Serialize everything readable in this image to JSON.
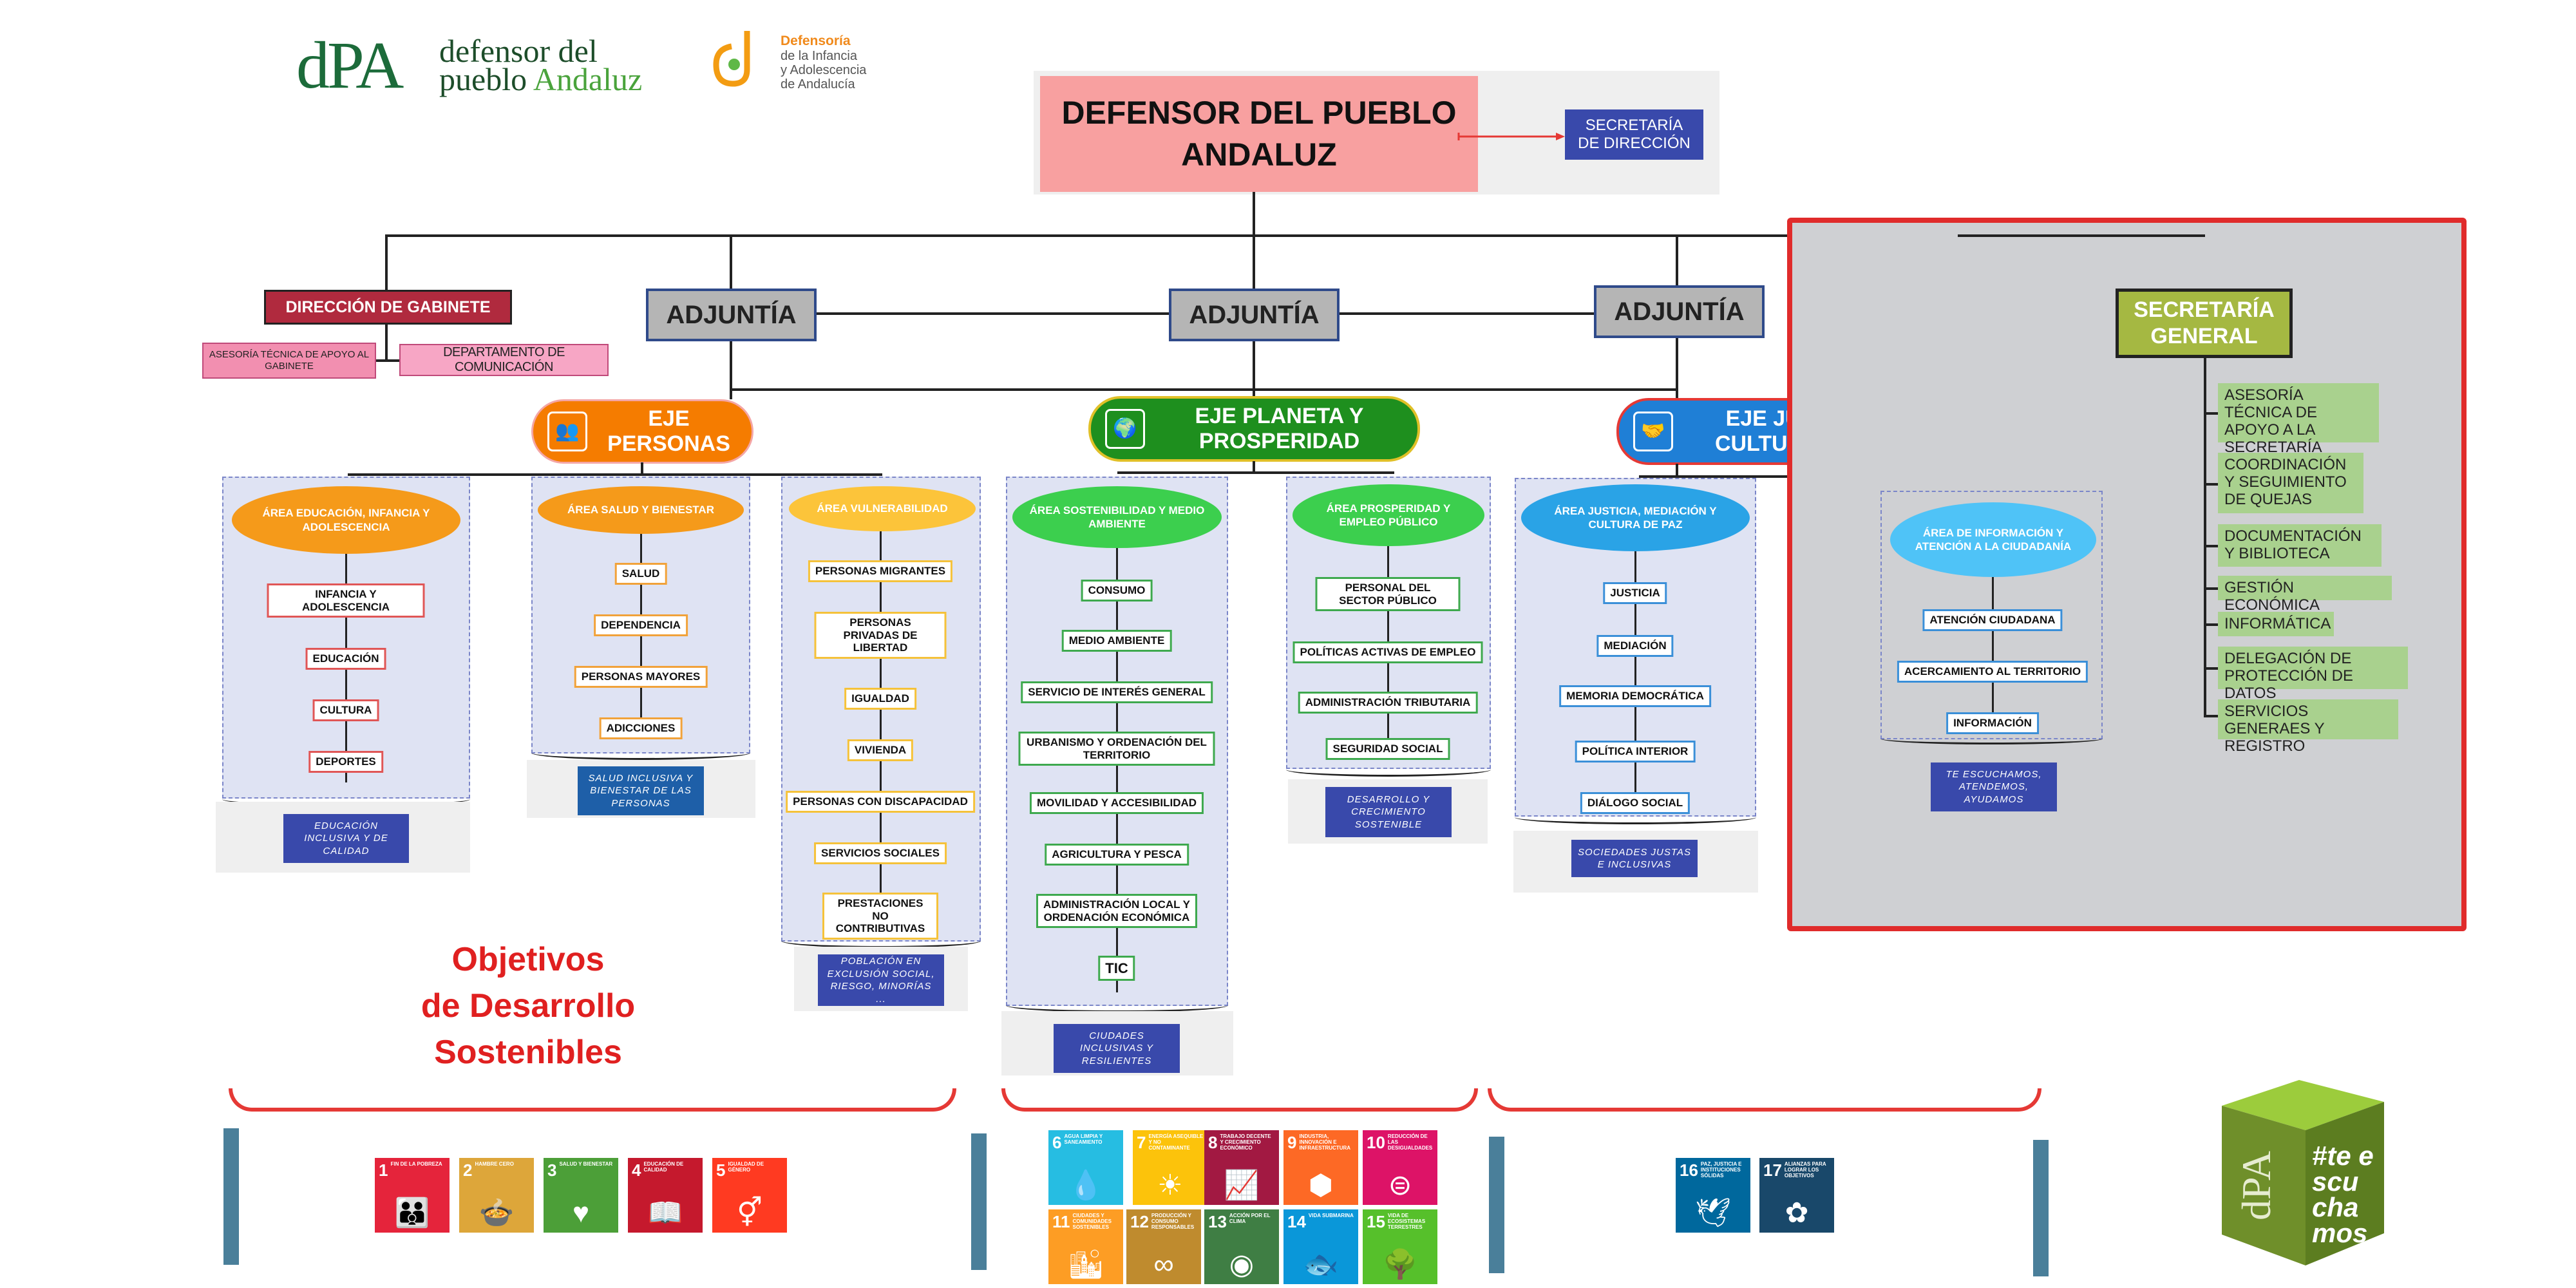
{
  "logos": {
    "dpa_mark": "dPA",
    "dpa_line1": "defensor del",
    "dpa_line2a": "pueblo ",
    "dpa_line2b": "Andaluz",
    "dia_line1": "Defensoría",
    "dia_line2": "de la Infancia",
    "dia_line3": "y Adolescencia",
    "dia_line4": "de Andalucía"
  },
  "top": {
    "title_line1": "DEFENSOR DEL PUEBLO",
    "title_line2": "ANDALUZ",
    "secretaria_direccion": "SECRETARÍA DE DIRECCIÓN"
  },
  "gabinete": {
    "title": "DIRECCIÓN DE GABINETE",
    "asesoria": "ASESORÍA TÉCNICA DE APOYO AL GABINETE",
    "comunicacion": "DEPARTAMENTO DE COMUNICACIÓN"
  },
  "adjuntias": [
    "ADJUNTÍA",
    "ADJUNTÍA",
    "ADJUNTÍA"
  ],
  "ejes": {
    "personas_line1": "EJE",
    "personas_line2": "PERSONAS",
    "planeta_line1": "EJE PLANETA Y",
    "planeta_line2": "PROSPERIDAD",
    "justicia_line1": "EJE JUSTICIA Y",
    "justicia_line2": "CULTURA DE PAZ"
  },
  "areas": [
    {
      "title": "ÁREA EDUCACIÓN, INFANCIA Y ADOLESCENCIA",
      "items": [
        "INFANCIA Y ADOLESCENCIA",
        "EDUCACIÓN",
        "CULTURA",
        "DEPORTES"
      ]
    },
    {
      "title": "ÁREA SALUD Y BIENESTAR",
      "items": [
        "SALUD",
        "DEPENDENCIA",
        "PERSONAS MAYORES",
        "ADICCIONES"
      ]
    },
    {
      "title": "ÁREA VULNERABILIDAD",
      "items": [
        "PERSONAS MIGRANTES",
        "PERSONAS PRIVADAS DE LIBERTAD",
        "IGUALDAD",
        "VIVIENDA",
        "PERSONAS CON DISCAPACIDAD",
        "SERVICIOS SOCIALES",
        "PRESTACIONES NO CONTRIBUTIVAS"
      ]
    },
    {
      "title": "ÁREA SOSTENIBILIDAD Y MEDIO AMBIENTE",
      "items": [
        "CONSUMO",
        "MEDIO AMBIENTE",
        "SERVICIO DE INTERÉS GENERAL",
        "URBANISMO Y ORDENACIÓN DEL TERRITORIO",
        "MOVILIDAD Y ACCESIBILIDAD",
        "AGRICULTURA Y PESCA",
        "ADMINISTRACIÓN LOCAL Y ORDENACIÓN ECONÓMICA",
        "TIC"
      ]
    },
    {
      "title": "ÁREA PROSPERIDAD Y EMPLEO PÚBLICO",
      "items": [
        "PERSONAL DEL SECTOR PÚBLICO",
        "POLÍTICAS ACTIVAS DE EMPLEO",
        "ADMINISTRACIÓN TRIBUTARIA",
        "SEGURIDAD SOCIAL"
      ]
    },
    {
      "title": "ÁREA JUSTICIA, MEDIACIÓN Y CULTURA DE PAZ",
      "items": [
        "JUSTICIA",
        "MEDIACIÓN",
        "MEMORIA DEMOCRÁTICA",
        "POLÍTICA INTERIOR",
        "DIÁLOGO SOCIAL"
      ]
    },
    {
      "title": "ÁREA DE INFORMACIÓN Y ATENCIÓN A LA CIUDADANÍA",
      "items": [
        "ATENCIÓN CIUDADANA",
        "ACERCAMIENTO AL TERRITORIO",
        "INFORMACIÓN"
      ]
    }
  ],
  "tags": [
    "EDUCACIÓN INCLUSIVA Y DE CALIDAD",
    "SALUD INCLUSIVA Y BIENESTAR DE LAS PERSONAS",
    "POBLACIÓN EN EXCLUSIÓN SOCIAL, RIESGO, MINORÍAS ...",
    "CIUDADES INCLUSIVAS Y RESILIENTES",
    "DESARROLLO Y CRECIMIENTO SOSTENIBLE",
    "SOCIEDADES JUSTAS E INCLUSIVAS",
    "TE ESCUCHAMOS, ATENDEMOS, AYUDAMOS"
  ],
  "secretaria_general": {
    "title_line1": "SECRETARÍA",
    "title_line2": "GENERAL",
    "items": [
      "ASESORÍA TÉCNICA DE APOYO A LA SECRETARÍA",
      "COORDINACIÓN Y SEGUIMIENTO DE QUEJAS",
      "DOCUMENTACIÓN Y BIBLIOTECA",
      "GESTIÓN ECONÓMICA",
      "INFORMÁTICA",
      "DELEGACIÓN DE PROTECCIÓN DE DATOS",
      "SERVICIOS GENERAES Y REGISTRO"
    ]
  },
  "ods_heading": {
    "line1": "Objetivos",
    "line2": "de Desarrollo",
    "line3": "Sostenibles"
  },
  "ods": [
    {
      "num": "1",
      "label": "Fin de la pobreza",
      "color": "#e5243b",
      "glyph": "👪"
    },
    {
      "num": "2",
      "label": "Hambre cero",
      "color": "#dda63a",
      "glyph": "🍲"
    },
    {
      "num": "3",
      "label": "Salud y bienestar",
      "color": "#4c9f38",
      "glyph": "♥"
    },
    {
      "num": "4",
      "label": "Educación de calidad",
      "color": "#c5192d",
      "glyph": "📖"
    },
    {
      "num": "5",
      "label": "Igualdad de género",
      "color": "#ff3a21",
      "glyph": "⚥"
    },
    {
      "num": "6",
      "label": "Agua limpia y saneamiento",
      "color": "#26bde2",
      "glyph": "💧"
    },
    {
      "num": "7",
      "label": "Energía asequible y no contaminante",
      "color": "#fcc30b",
      "glyph": "☀"
    },
    {
      "num": "8",
      "label": "Trabajo decente y crecimiento económico",
      "color": "#a21942",
      "glyph": "📈"
    },
    {
      "num": "9",
      "label": "Industria, innovación e infraestructura",
      "color": "#fd6925",
      "glyph": "⬢"
    },
    {
      "num": "10",
      "label": "Reducción de las desigualdades",
      "color": "#dd1367",
      "glyph": "⊜"
    },
    {
      "num": "11",
      "label": "Ciudades y comunidades sostenibles",
      "color": "#fd9d24",
      "glyph": "🏙"
    },
    {
      "num": "12",
      "label": "Producción y consumo responsables",
      "color": "#bf8b2e",
      "glyph": "∞"
    },
    {
      "num": "13",
      "label": "Acción por el clima",
      "color": "#3f7e44",
      "glyph": "◉"
    },
    {
      "num": "14",
      "label": "Vida submarina",
      "color": "#0a97d9",
      "glyph": "🐟"
    },
    {
      "num": "15",
      "label": "Vida de ecosistemas terrestres",
      "color": "#56c02b",
      "glyph": "🌳"
    },
    {
      "num": "16",
      "label": "Paz, justicia e instituciones sólidas",
      "color": "#00689d",
      "glyph": "🕊"
    },
    {
      "num": "17",
      "label": "Alianzas para lograr los objetivos",
      "color": "#19486a",
      "glyph": "✿"
    }
  ],
  "cube": {
    "mark": "dPA",
    "slogan": "#te escu cha mos"
  }
}
